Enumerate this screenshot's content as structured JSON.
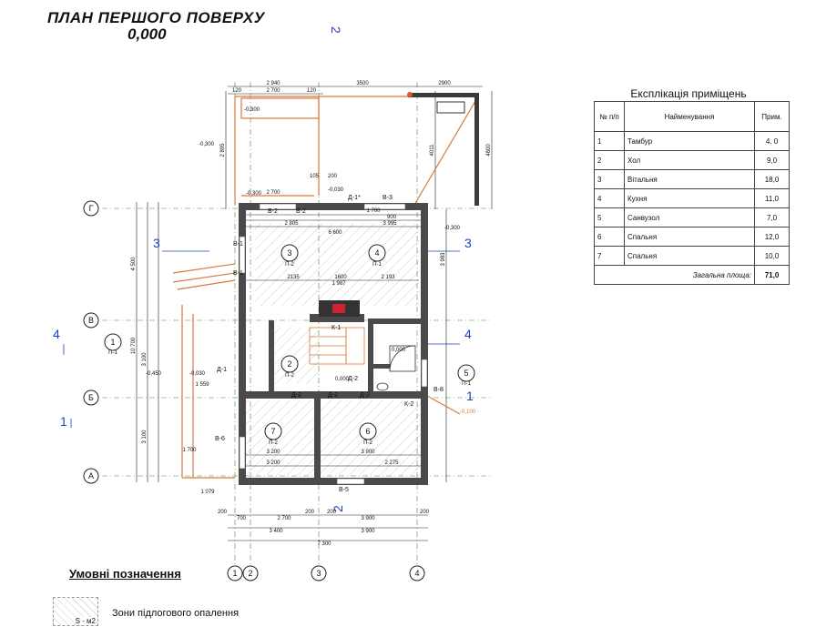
{
  "title": {
    "line1": "ПЛАН   ПЕРШОГО ПОВЕРХУ",
    "line2": "0,000"
  },
  "explication": {
    "title": "Експлікація приміщень",
    "headers": {
      "num": "№ п/п",
      "name": "Найменування",
      "area": "Прим."
    },
    "rows": [
      {
        "num": "1",
        "name": "Тамбур",
        "area": "4. 0"
      },
      {
        "num": "2",
        "name": "Хол",
        "area": "9,0"
      },
      {
        "num": "3",
        "name": "Вітальня",
        "area": "18,0"
      },
      {
        "num": "4",
        "name": "Кухня",
        "area": "11,0"
      },
      {
        "num": "5",
        "name": "Санвузол",
        "area": "7,0"
      },
      {
        "num": "6",
        "name": "Спальня",
        "area": "12,0"
      },
      {
        "num": "7",
        "name": "Спальня",
        "area": "10,0"
      }
    ],
    "total_label": "Загальна площа:",
    "total_value": "71,0"
  },
  "legend": {
    "title": "Умовні позначення",
    "heated_floor": "Зони підлогового опалення",
    "swatch_label": "S - м2"
  },
  "axes": {
    "horizontal": [
      "1",
      "2",
      "3",
      "4"
    ],
    "vertical": [
      "Г",
      "В",
      "Б",
      "А"
    ]
  },
  "section_marks": {
    "s1": "1",
    "s2": "2",
    "s3": "3",
    "s4": "4"
  },
  "rooms": {
    "r1": {
      "num": "1",
      "code": "П-1"
    },
    "r2": {
      "num": "2",
      "code": "П-2"
    },
    "r3": {
      "num": "3",
      "code": "П-2"
    },
    "r4": {
      "num": "4",
      "code": "П-1"
    },
    "r5": {
      "num": "5",
      "code": "П-1"
    },
    "r6": {
      "num": "6",
      "code": "П-2"
    },
    "r7": {
      "num": "7",
      "code": "П-2"
    }
  },
  "labels": {
    "d1a": "Д-1*",
    "d1b": "Д-1",
    "d2a": "Д-2",
    "d2b": "Д-2",
    "d2c": "Д-2",
    "d2d": "Д-2",
    "v2a": "В-2",
    "v2b": "В-2",
    "v3": "В-3",
    "v5": "В-5",
    "v6": "В-6",
    "v1a": "В-1",
    "v1b": "В-1",
    "v8": "В-8",
    "k1": "К-1",
    "k2": "К-2",
    "lvl_030a": "-0,300",
    "lvl_030b": "-0,300",
    "lvl_030c": "-0,300",
    "lvl_030d": "-0,300",
    "lvl_030e": "-0,030",
    "lvl_000a": "0,000",
    "lvl_000b": "0,000",
    "lvl_450": "-0,450",
    "lvl_030f": "-0,030",
    "lvl_100": "-0,100"
  },
  "dimensions": {
    "top_2940": "2 940",
    "top_3500": "3500",
    "top_2900": "2900",
    "d_120a": "120",
    "d_2700a": "2 700",
    "d_120b": "120",
    "d_1700": "1 700",
    "d_900": "900",
    "d_2805": "2 805",
    "d_6600": "6 600",
    "d_3995": "3 995",
    "d_2135": "2135",
    "d_1600": "1600",
    "d_2193": "2 193",
    "d_1987": "1 987",
    "d_3200a": "3 200",
    "d_3900a": "3 900",
    "d_3200b": "3 200",
    "d_2275": "2 275",
    "b_700": "700",
    "b_2700": "2 700",
    "b_3900a": "3 900",
    "b_3400": "3 400",
    "b_3900b": "3 900",
    "b_7300": "7 300",
    "b_200a": "200",
    "b_200b": "200",
    "b_200c": "200",
    "b_200d": "200",
    "l_4500": "4 500",
    "l_10700": "10 700",
    "l_3100a": "3 100",
    "l_3100b": "3 100",
    "r_3983": "3 983",
    "r_4011": "4011",
    "r_4800": "4800",
    "r_2895": "2 895",
    "d_105": "105",
    "d_200": "200",
    "d_1700b": "1 700",
    "d_1559": "1 559",
    "d_1079": "1 079"
  }
}
